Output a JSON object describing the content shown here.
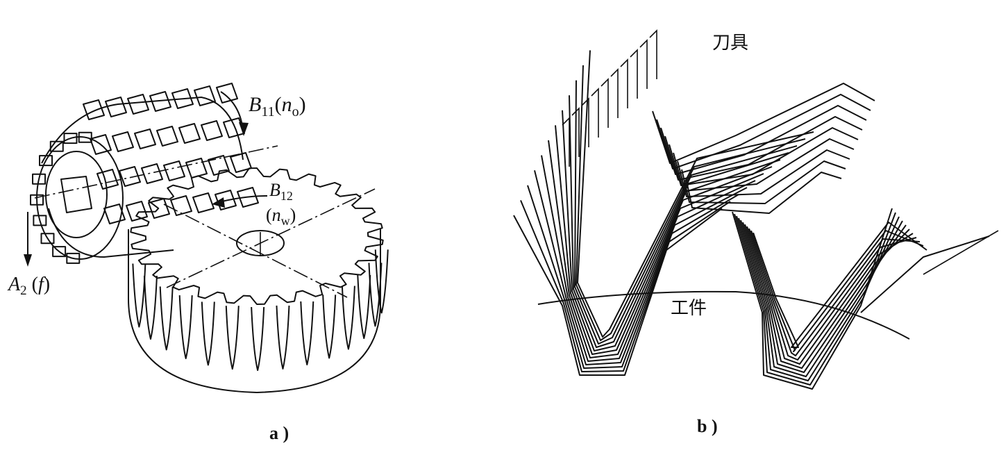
{
  "panel_a": {
    "caption": "a )",
    "hob_rotation": {
      "sym": "B",
      "sub": "11",
      "param": "n",
      "param_sub": "o"
    },
    "gear_rotation": {
      "sym": "B",
      "sub": "12",
      "param": "n",
      "param_sub": "w"
    },
    "feed": {
      "sym": "A",
      "sub": "2",
      "param": "f"
    }
  },
  "panel_b": {
    "caption": "b )",
    "tool_label": "刀具",
    "workpiece_label": "工件"
  }
}
